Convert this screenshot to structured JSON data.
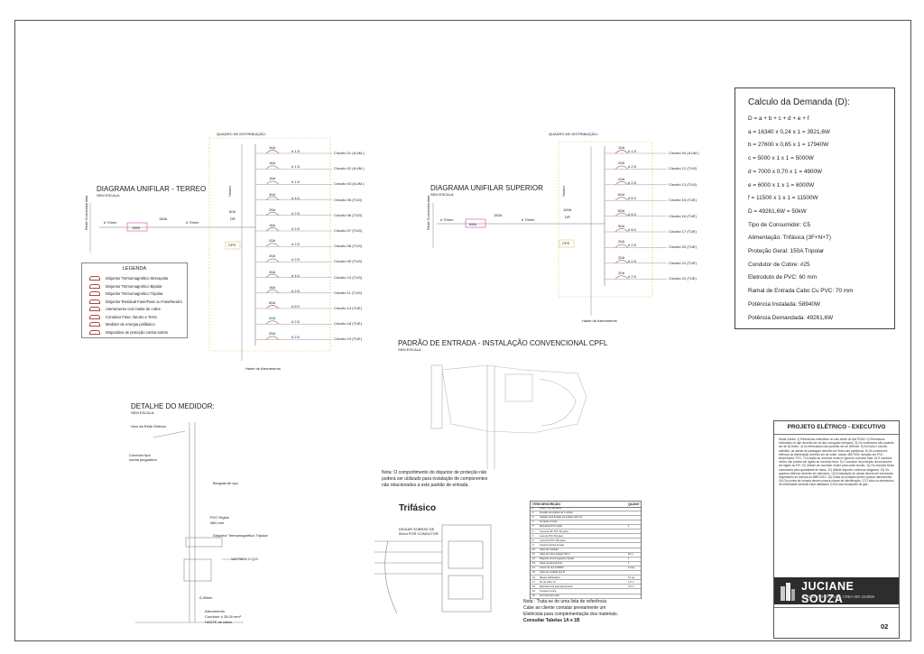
{
  "terreo": {
    "board_title": "QUADRO DE DISTRIBUIÇÃO:",
    "title": "DIAGRAMA UNIFILAR - TERREO",
    "subtitle": "SEM ESCALA",
    "rede": "Rede Concessionária",
    "cable_in": "# 70mm",
    "kwh": "kWh",
    "main_breaker": "150A",
    "cable_out": "# 70mm",
    "neutro": "Neutro",
    "dr": "DR",
    "dr_rating": "80A",
    "cps": "CPS",
    "haste": "Haste de Aterramento",
    "circuits": [
      {
        "rating": "16A",
        "cable": "# 1.5",
        "name": "Circuito 01 (ILUM.)"
      },
      {
        "rating": "16A",
        "cable": "# 1.5",
        "name": "Circuito 02 (ILUM.)"
      },
      {
        "rating": "16A",
        "cable": "# 1.5",
        "name": "Circuito 03 (ILUM.)"
      },
      {
        "rating": "30A",
        "cable": "# 4.0",
        "name": "Circuito 05 (TUG)"
      },
      {
        "rating": "25A",
        "cable": "# 2.5",
        "name": "Circuito 06 (TUG)"
      },
      {
        "rating": "16A",
        "cable": "# 2.5",
        "name": "Circuito 07 (TUG)"
      },
      {
        "rating": "20A",
        "cable": "# 2.5",
        "name": "Circuito 08 (TUG)"
      },
      {
        "rating": "20A",
        "cable": "# 2.5",
        "name": "Circuito 09 (TUG)"
      },
      {
        "rating": "30A",
        "cable": "# 4.0",
        "name": "Circuito 10 (TUG)"
      },
      {
        "rating": "16A",
        "cable": "# 2.5",
        "name": "Circuito 11 (TUG)"
      },
      {
        "rating": "50A",
        "cable": "# 6.0",
        "name": "Circuito 14 (TUE)"
      },
      {
        "rating": "20A",
        "cable": "# 2.5",
        "name": "Circuito 18 (TUE)"
      },
      {
        "rating": "25A",
        "cable": "# 2.5",
        "name": "Circuito 19 (TUE)"
      }
    ]
  },
  "superior": {
    "board_title": "QUADRO DE DISTRIBUIÇÃO:",
    "title": "DIAGRAMA UNIFILAR SUPERIOR",
    "subtitle": "SEM ESCALA",
    "rede": "Rede Concessionária",
    "cable_in": "# 70mm",
    "kwh": "kWh",
    "main_breaker": "150A",
    "cable_out": "# 70mm",
    "neutro": "Neutro",
    "dr": "DR",
    "dr_rating": "100A",
    "cps": "CPS",
    "haste": "Haste de Aterramento",
    "circuits": [
      {
        "rating": "10A",
        "cable": "# 1.5",
        "name": "Circuito 04 (ILUM.)"
      },
      {
        "rating": "20A",
        "cable": "# 2.5",
        "name": "Circuito 12 (TUG)"
      },
      {
        "rating": "20A",
        "cable": "# 2.5",
        "name": "Circuito 13 (TUG)"
      },
      {
        "rating": "60A",
        "cable": "# 6.0",
        "name": "Circuito 15 (TUE)"
      },
      {
        "rating": "60A",
        "cable": "# 6.0",
        "name": "Circuito 16 (TUE)"
      },
      {
        "rating": "50A",
        "cable": "# 6.0",
        "name": "Circuito 17 (TUE)"
      },
      {
        "rating": "25A",
        "cable": "# 2.5",
        "name": "Circuito 20 (TUE)"
      },
      {
        "rating": "20A",
        "cable": "# 2.5",
        "name": "Circuito 21 (TUE)"
      },
      {
        "rating": "20A",
        "cable": "# 2.5",
        "name": "Circuito 22 (TUE)"
      }
    ]
  },
  "legend": {
    "title": "LEGENDA",
    "items": [
      "Disjuntor Termomagnético Monopolar",
      "Disjuntor Termomagnético Bipolar",
      "Disjuntor Termomagnético Tripolar",
      "Disjuntor Residual Fase/Fase ou Fase/Neutro",
      "Aterramento com haste de cobre",
      "Condutor Fase, Neutro e Terra",
      "Medidor de energia polifásico",
      "Dispositivo de proteção contra surtos"
    ]
  },
  "calc": {
    "title": "Calculo da Demanda (D):",
    "lines": [
      "D = a + b + c + d + e + f",
      "a = 16340 x 0,24 x 1 = 3921,6W",
      "b = 27600 x 0,65 x 1 = 17940W",
      "c = 5000 x 1 x 1 = 5000W",
      "d = 7000 x 0,70 x 1 = 4900W",
      "e = 6000 x 1 x 1 = 6000W",
      "f = 11500 x 1 x 1 = 11500W",
      "D = 49261,6W = 50kW",
      "Tipo de Consumidor: C5",
      "Alimentação: Trifásica (3F+N+T)",
      "Proteção Geral: 150A Tripolar",
      "Condutor de Cobre: #25",
      "Eletroduto de PVC: 60 mm",
      "Ramal de Entrada Cabo Cu PVC: 70 mm",
      "Potência Instalada: 58940W",
      "Potência Demandada: 49261,6W"
    ]
  },
  "padrao": {
    "title": "PADRÃO DE ENTRADA - INSTALAÇÃO CONVENCIONAL CPFL",
    "subtitle": "SEM ESCALA",
    "note": [
      "Nota: O comportimento do disjuntor de proteção não",
      "poderá ser utilizado para instalação de componentes",
      "não relacionados a este padrão de entrada."
    ]
  },
  "medidor": {
    "title": "DETALHE DO MEDIDOR:",
    "subtitle": "SEM ESCALA",
    "labels": {
      "vem": "Vem da Rede Elétrica",
      "conector": "Conector tipo",
      "conector2": "cunha pingadeira",
      "bengala": "Bengala de aço",
      "pvc": "PVC Rígido",
      "pvc2": "Ø60 mm",
      "disj": "Disjuntor Termomagnético Tripolar",
      "vai": "VAI PARA O Q.D",
      "h": "0,28mm",
      "aterr": "Aterramento",
      "aterr2": "Condutor # 25,00 mm²",
      "aterr3": "HASTE de cobre"
    }
  },
  "trifasico": {
    "title": "Trifásico",
    "deixar": [
      "DEIXAR SOBRAS DE",
      "50cm POR CONDUTOR"
    ],
    "note": [
      "Nota : Trata-se de uma lista de referência",
      "Cabe ao cliente contatar previamente um",
      "Eletricista para complementação dos materiais.",
      "Consultar Tabelas 1A e 1B"
    ]
  },
  "materials": {
    "h1": "ITEM DESCRIÇÃO",
    "h2": "QUANT",
    "rows": [
      [
        "1",
        "Poste 7,5m de altura",
        ""
      ],
      [
        "2",
        "Fixação secundária de 1 estribo",
        ""
      ],
      [
        "3",
        "Isolador para fixação secundária 100 mm",
        ""
      ],
      [
        "4",
        "Armação cruzeta",
        ""
      ],
      [
        "5",
        "Eletroduto PVC rígido",
        "1"
      ],
      [
        "6",
        "Curva de 90º PVC 60 graus",
        ""
      ],
      [
        "7",
        "Luva de PVC 60 graus",
        ""
      ],
      [
        "8",
        "Curva de PVC 135 graus",
        ""
      ],
      [
        "9",
        "Conjunto bucha arruela",
        ""
      ],
      [
        "10",
        "Caixa de medição",
        ""
      ],
      [
        "11",
        "Cabo de cobre isolado 750 V",
        "16 m"
      ],
      [
        "12",
        "Disjuntor termomagnético tripolar",
        "1"
      ],
      [
        "13",
        "Haste de aterramento",
        "1"
      ],
      [
        "14",
        "Arame de aço 14 BWG",
        "0,4 kg"
      ],
      [
        "15",
        "Cabo de medição tipo B",
        ""
      ],
      [
        "16",
        "Massa calafetadora",
        "0,1 kg"
      ],
      [
        "17",
        "Fio de cobre nu",
        "1,5 m"
      ],
      [
        "18",
        "Eletroduto 3/4 para aterramento",
        "1,5 m"
      ],
      [
        "19",
        "Conector cunha",
        ""
      ],
      [
        "20",
        "Terminal para cabo",
        ""
      ]
    ]
  },
  "title_block": {
    "head": "PROJETO ELÉTRICO - EXECUTIVO",
    "notes": "Notas Gerais: 1) Eletrodutos embutidos no solo serão do tipo PEAD. 2) Eletrodutos embutidos no laje deverão ser do tipo corrugado reforçado. 3) Os condutores não poderão ser de 62,5mm². 4) Os eletrodutos não poderão ser de Ø25mm. 5) Em todo o circuito admitido, as caixas de passagem deverão ser fixas com parafusos. 6) Os condutores elétricos de distribuição deverão ser de cobre, classe 450/750V, isolação em PVC, temperatura 70ºC. 7) A seção do condutor neutro é igual ao condutor fase. 8) O condutor neutro não poderá ser ligado ao condutor terra. 9) O condutor de proteção nunca deverá ser ligado ao DR. 10) Utilizar um condutor neutro para cada circuito. 11) Os circuitos foram numerados pela quantidade de fases. 12) Utilizar disjuntor conforme diagrama. 13) Os quadros elétricos deverão ser aterrados. 14) A instalação de caixas deverá ser executada respeitando as normas da NBR 5410. 15) Todas as tomadas devem possuir aterramento. 16) Os pontos de tomada devem possuir placas de identificação. 17) Todos os eletrodutos de eletricidade deverão estar afastados 0,20m das tubulações de gás.",
    "logo_name": "JUCIANE SOUZA",
    "logo_sub": "ENGENHARIA CIVIL  |  CREA MG-234896",
    "sheet": "02"
  }
}
